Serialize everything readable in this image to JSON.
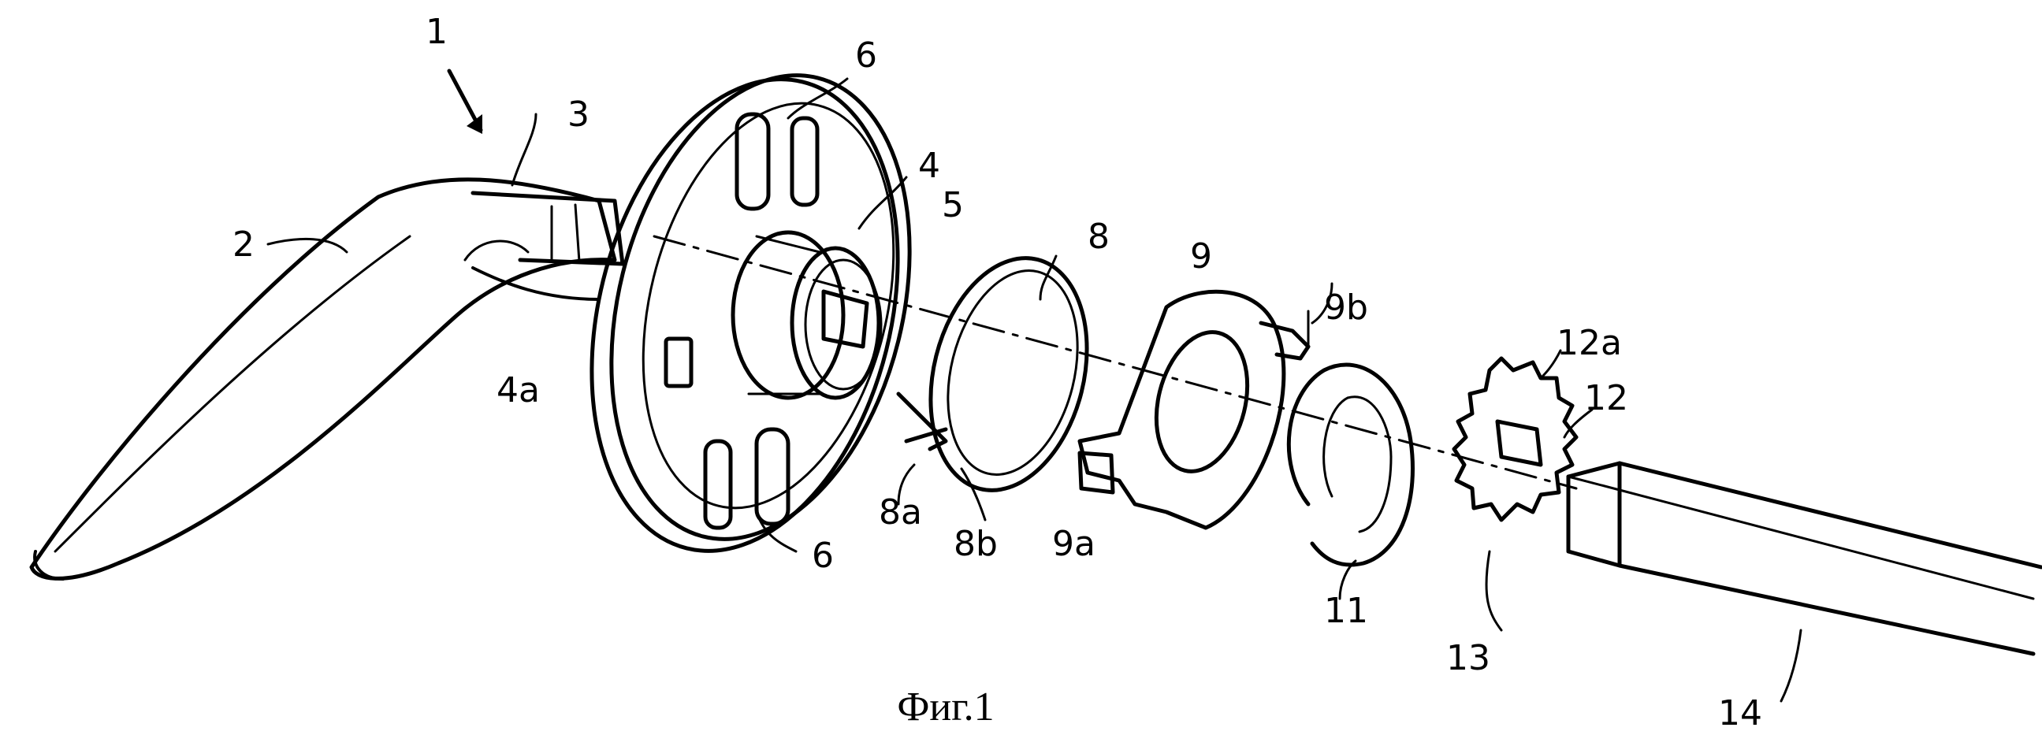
{
  "caption": "Фиг.1",
  "labels": {
    "l1": "1",
    "l2": "2",
    "l3": "3",
    "l4": "4",
    "l4a": "4a",
    "l5": "5",
    "l6top": "6",
    "l6bot": "6",
    "l8": "8",
    "l8a": "8a",
    "l8b": "8b",
    "l9": "9",
    "l9a": "9a",
    "l9b": "9b",
    "l11": "11",
    "l12": "12",
    "l12a": "12a",
    "l13": "13",
    "l14": "14"
  }
}
